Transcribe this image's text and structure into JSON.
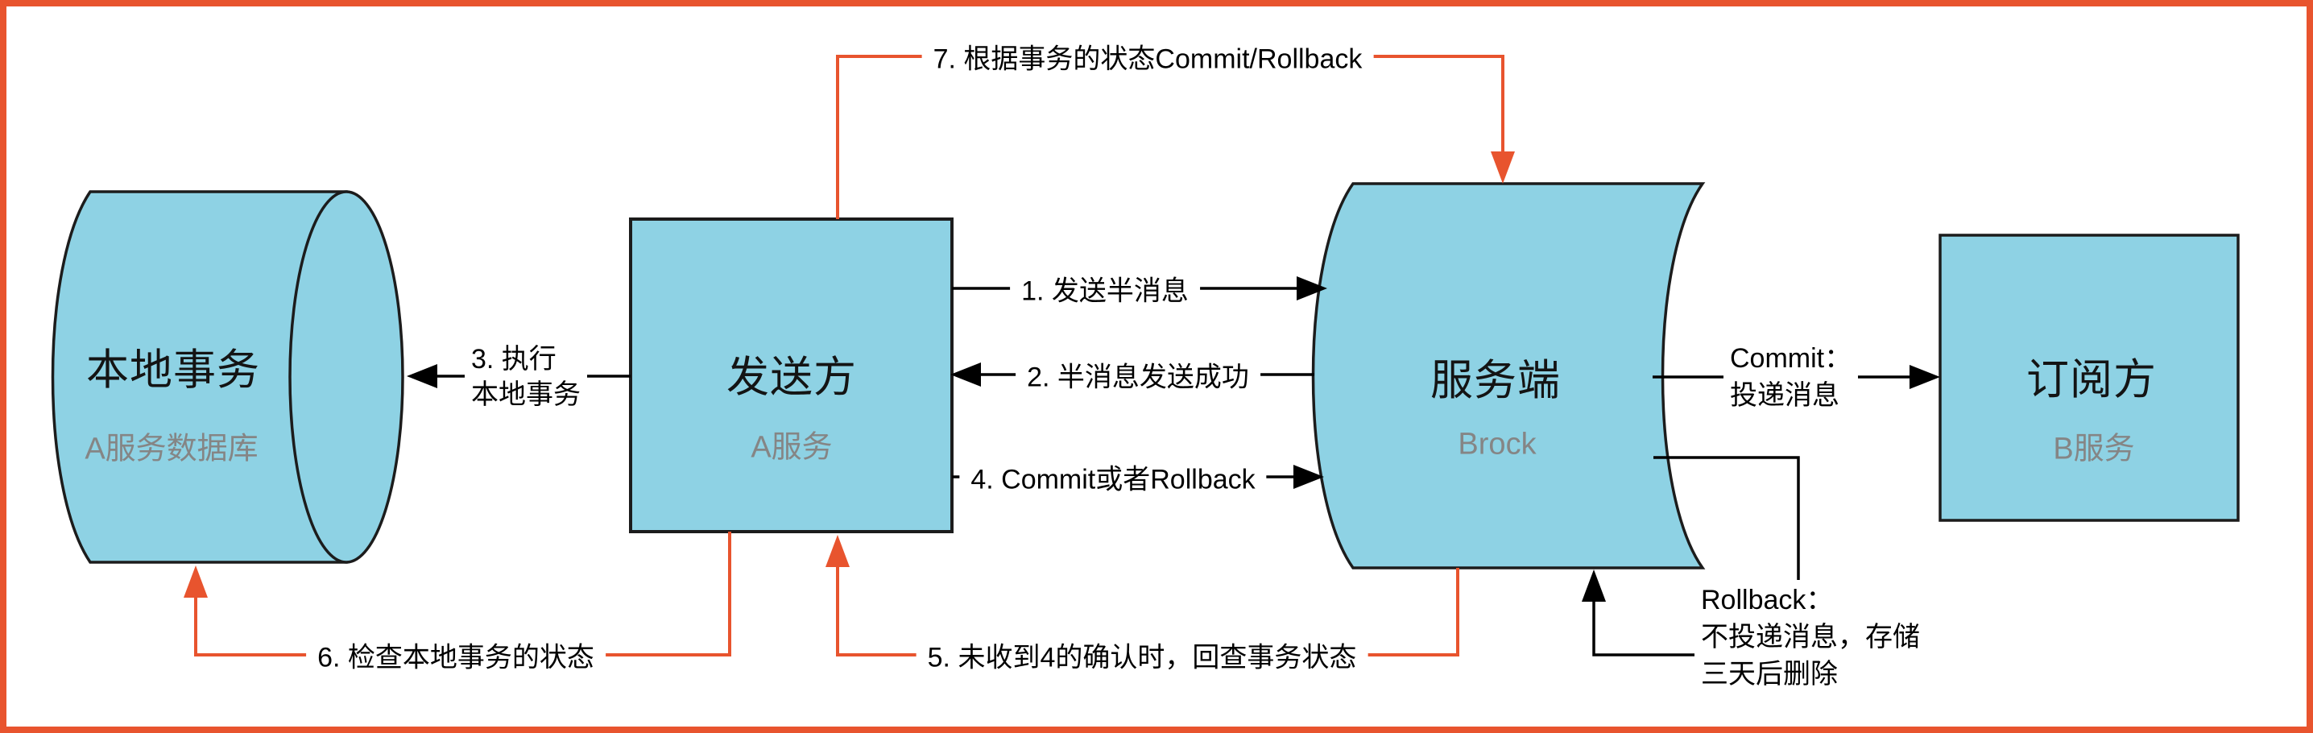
{
  "frame": {
    "border_color": "#e8542e"
  },
  "colors": {
    "node_fill": "#8ed2e4",
    "node_stroke": "#1c1c1c",
    "arrow_black": "#000000",
    "arrow_orange": "#e8542e",
    "title_text": "#141414",
    "subtitle_text": "#858585"
  },
  "nodes": {
    "local_tx": {
      "title": "本地事务",
      "subtitle": "A服务数据库"
    },
    "sender": {
      "title": "发送方",
      "subtitle": "A服务"
    },
    "server": {
      "title": "服务端",
      "subtitle": "Brock"
    },
    "subscriber": {
      "title": "订阅方",
      "subtitle": "B服务"
    }
  },
  "edges": {
    "e1": {
      "label": "1. 发送半消息"
    },
    "e2": {
      "label": "2. 半消息发送成功"
    },
    "e3": {
      "line1": "3. 执行",
      "line2": "本地事务"
    },
    "e4": {
      "label": "4. Commit或者Rollback"
    },
    "e5": {
      "label": "5. 未收到4的确认时，回查事务状态"
    },
    "e6": {
      "label": "6. 检查本地事务的状态"
    },
    "e7": {
      "label": "7. 根据事务的状态Commit/Rollback"
    },
    "commit": {
      "line1": "Commit：",
      "line2": "投递消息"
    },
    "rollback": {
      "line1": "Rollback：",
      "line2": "不投递消息，存储",
      "line3": "三天后删除"
    }
  }
}
